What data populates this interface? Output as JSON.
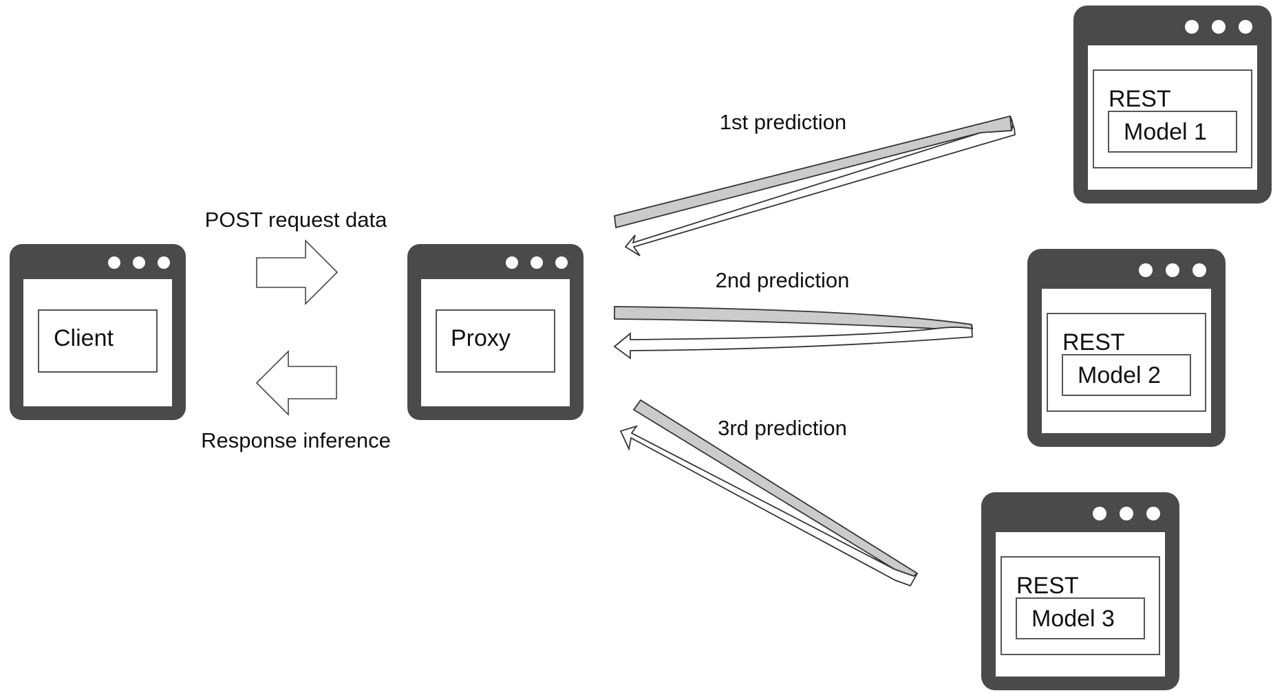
{
  "nodes": {
    "client": {
      "label": "Client"
    },
    "proxy": {
      "label": "Proxy"
    },
    "model1": {
      "rest_label": "REST",
      "model_label": "Model 1"
    },
    "model2": {
      "rest_label": "REST",
      "model_label": "Model 2"
    },
    "model3": {
      "rest_label": "REST",
      "model_label": "Model 3"
    }
  },
  "edges": {
    "request": {
      "label": "POST request data"
    },
    "response": {
      "label": "Response inference"
    },
    "prediction1": {
      "label": "1st prediction"
    },
    "prediction2": {
      "label": "2nd prediction"
    },
    "prediction3": {
      "label": "3rd prediction"
    }
  },
  "colors": {
    "window_frame": "#4a4a4a",
    "ribbon_fill": "#cbcbcb"
  }
}
